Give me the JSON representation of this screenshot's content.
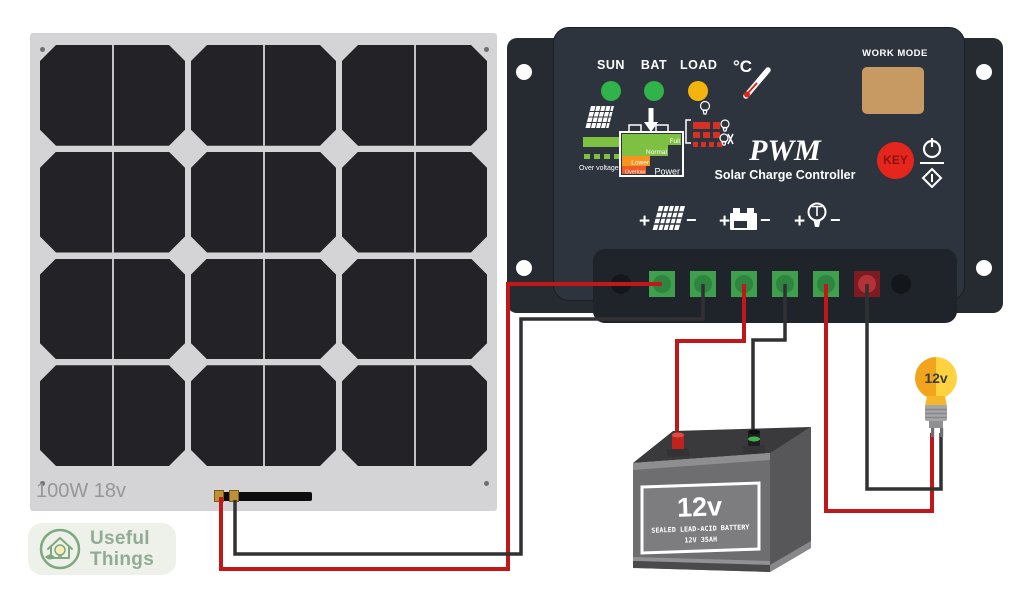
{
  "brand": {
    "line1": "Useful",
    "line2": "Things"
  },
  "solar_panel": {
    "rating_label": "100W 18v"
  },
  "controller": {
    "leds": [
      {
        "label": "SUN"
      },
      {
        "label": "BAT"
      },
      {
        "label": "LOAD"
      }
    ],
    "temperature_unit": "°C",
    "work_mode_label": "WORK MODE",
    "title": "PWM",
    "subtitle": "Solar Charge Controller",
    "key_button_label": "KEY",
    "status_graphic": {
      "over_voltage_label": "Over voltage",
      "full_label": "Full",
      "normal_label": "Normal",
      "lower_label": "Lower",
      "overlow_label": "Overlow",
      "power_label": "Power"
    },
    "polarity": {
      "plus": "+",
      "minus": "−"
    }
  },
  "battery": {
    "voltage_label": "12v",
    "type_label": "SEALED LEAD-ACID BATTERY",
    "spec_label": "12V 35AH"
  },
  "bulb": {
    "voltage_label": "12v"
  },
  "colors": {
    "wire_positive": "#c01818",
    "wire_negative": "#313134",
    "led_green": "#2fb34a",
    "led_amber": "#f3b40e",
    "key_button_red": "#e6261d",
    "work_mode_screen_tan": "#c79a63",
    "terminal_green": "#3f9f4c",
    "terminal_red": "#7c1c22",
    "bulb_yellow": "#ffd23f",
    "panel_frame_gray": "#d4d4d6",
    "panel_cell_dark": "#232327",
    "controller_body": "#2e343d",
    "brand_green": "#92ab95"
  }
}
